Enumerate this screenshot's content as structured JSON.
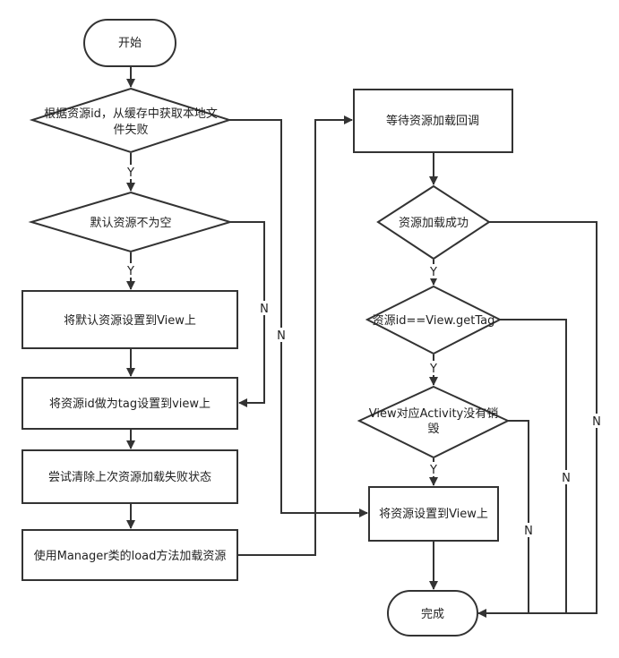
{
  "nodes": {
    "start": "开始",
    "check_cache": [
      "根据资源id，从缓存中获取本地文",
      "件失败"
    ],
    "default_empty": "默认资源不为空",
    "set_default": "将默认资源设置到View上",
    "set_tag": "将资源id做为tag设置到view上",
    "clear_fail": "尝试清除上次资源加载失败状态",
    "load": "使用Manager类的load方法加载资源",
    "wait": "等待资源加载回调",
    "load_ok": "资源加载成功",
    "tag_eq": "资源id==View.getTag",
    "not_destroyed": [
      "View对应Activity没有销",
      "毁"
    ],
    "set_view": "将资源设置到View上",
    "done": "完成"
  },
  "edge_labels": {
    "yes": "Y",
    "no": "N"
  }
}
